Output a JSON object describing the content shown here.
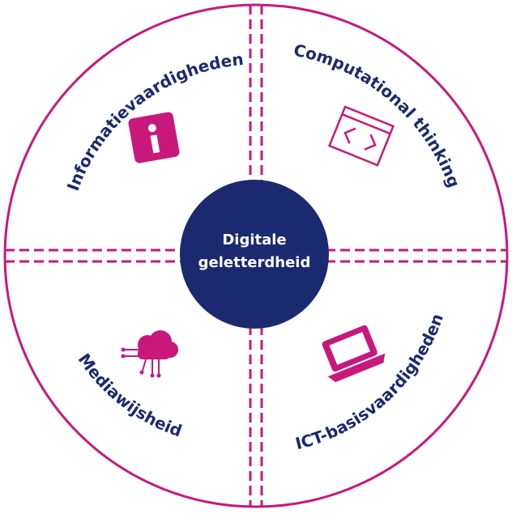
{
  "center": {
    "line1": "Digitale",
    "line2": "geletterdheid"
  },
  "quadrants": {
    "top_left": {
      "label": "Informatievaardigheden",
      "icon": "info-icon"
    },
    "top_right": {
      "label": "Computational thinking",
      "icon": "code-window-icon"
    },
    "bottom_left": {
      "label": "Mediawijsheid",
      "icon": "cloud-network-icon"
    },
    "bottom_right": {
      "label": "ICT-basisvaardigheden",
      "icon": "laptop-icon"
    }
  },
  "colors": {
    "ring": "#c9187c",
    "center_fill": "#1b2a6e",
    "label_text": "#1b2a6e",
    "icon": "#c9187c"
  }
}
